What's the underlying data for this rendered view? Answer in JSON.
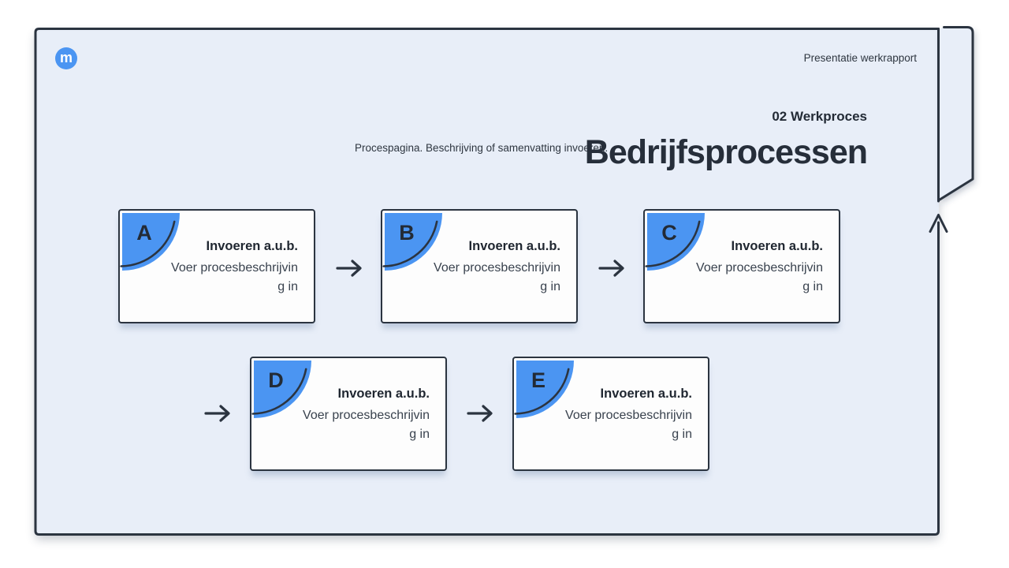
{
  "slide": {
    "logo_letter": "m",
    "header_note": "Presentatie werkrapport",
    "kicker": "02 Werkproces",
    "title": "Bedrijfsprocessen",
    "subtitle": "Procespagina. Beschrijving of samenvatting invoeren.",
    "colors": {
      "background": "#e8eef8",
      "ink": "#2b3440",
      "accent": "#4b95f2",
      "card_background": "#fdfdfd"
    }
  },
  "cards": [
    {
      "letter": "A",
      "title": "Invoeren a.u.b.",
      "body": "Voer procesbeschrijvin\ng in"
    },
    {
      "letter": "B",
      "title": "Invoeren a.u.b.",
      "body": "Voer procesbeschrijvin\ng in"
    },
    {
      "letter": "C",
      "title": "Invoeren a.u.b.",
      "body": "Voer procesbeschrijvin\ng in"
    },
    {
      "letter": "D",
      "title": "Invoeren a.u.b.",
      "body": "Voer procesbeschrijvin\ng in"
    },
    {
      "letter": "E",
      "title": "Invoeren a.u.b.",
      "body": "Voer procesbeschrijvin\ng in"
    }
  ]
}
